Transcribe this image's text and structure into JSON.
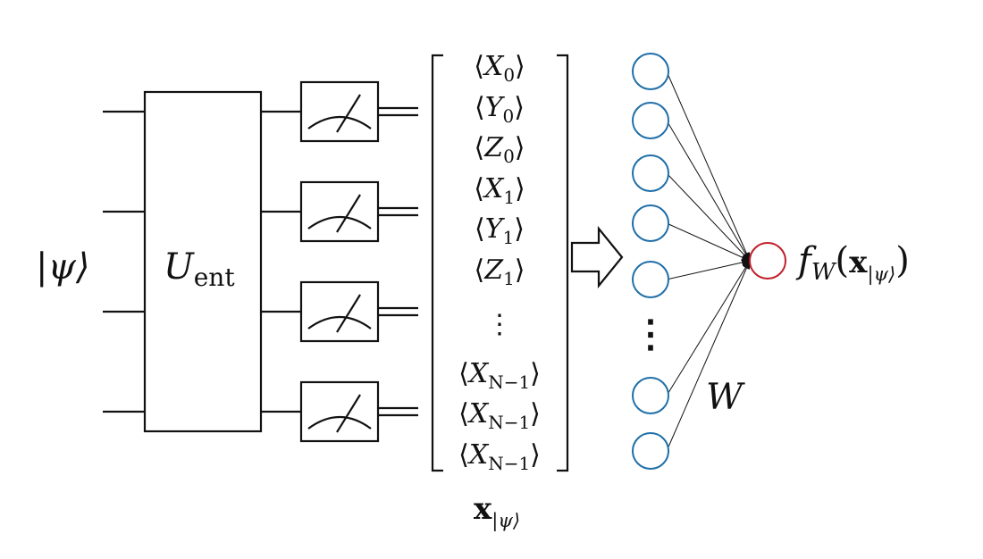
{
  "input_state": {
    "text": "|ψ⟩"
  },
  "gate": {
    "symbol": "U",
    "subscript": "ent"
  },
  "qubit_count": 4,
  "expectation_vector": {
    "entries": [
      {
        "op": "X",
        "idx": "0"
      },
      {
        "op": "Y",
        "idx": "0"
      },
      {
        "op": "Z",
        "idx": "0"
      },
      {
        "op": "X",
        "idx": "1"
      },
      {
        "op": "Y",
        "idx": "1"
      },
      {
        "op": "Z",
        "idx": "1"
      },
      {
        "ellipsis": "⋮"
      },
      {
        "op": "X",
        "idx": "N−1"
      },
      {
        "op": "X",
        "idx": "N−1"
      },
      {
        "op": "X",
        "idx": "N−1"
      }
    ],
    "label": {
      "main": "x",
      "subscript": "|ψ⟩"
    }
  },
  "network": {
    "input_node_color": "#1f6fa8",
    "output_node_color": "#c0202a",
    "ellipsis": "⋮",
    "weight_label": "W",
    "output_label": {
      "f": "f",
      "f_sub": "W",
      "open": "(",
      "x": "x",
      "x_sub": "|ψ⟩",
      "close": ")"
    }
  }
}
